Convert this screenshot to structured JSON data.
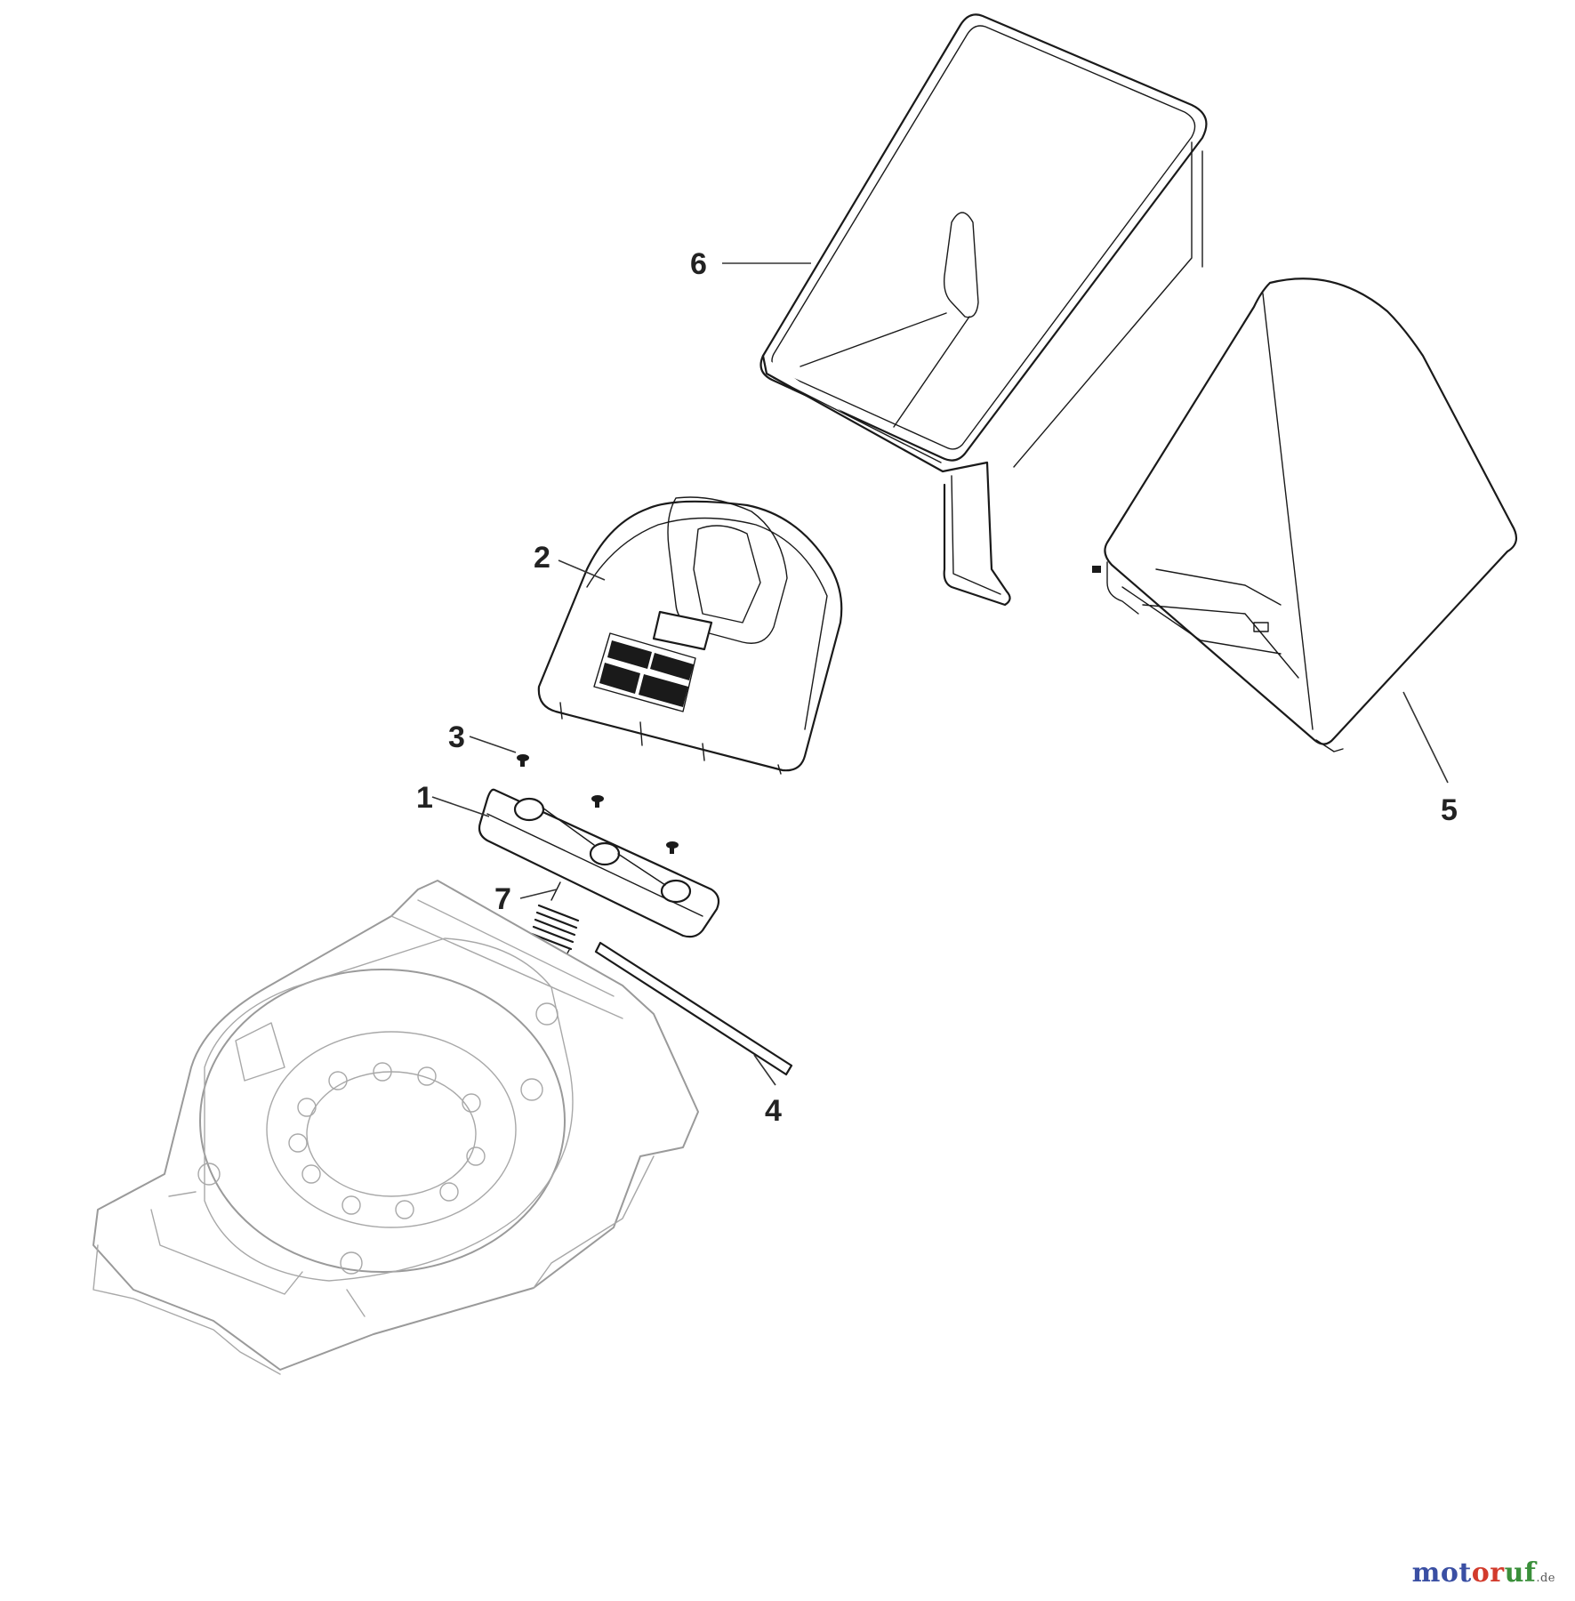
{
  "callouts": [
    {
      "id": "1",
      "label": "1"
    },
    {
      "id": "2",
      "label": "2"
    },
    {
      "id": "3",
      "label": "3"
    },
    {
      "id": "4",
      "label": "4"
    },
    {
      "id": "5",
      "label": "5"
    },
    {
      "id": "6",
      "label": "6"
    },
    {
      "id": "7",
      "label": "7"
    }
  ],
  "watermark": {
    "part_a": "mot",
    "part_b": "or",
    "part_c": "uf",
    "tld": ".de"
  },
  "colors": {
    "line": "#1a1a1a",
    "deck_line": "#9a9a9a",
    "background": "#ffffff"
  }
}
